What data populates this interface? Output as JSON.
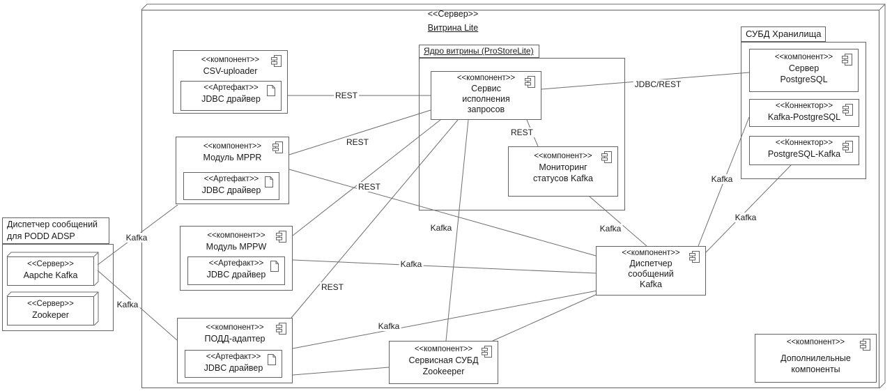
{
  "colors": {
    "line": "#6e6e6e",
    "border": "#636363",
    "text": "#1a1a1a",
    "background": "#ffffff"
  },
  "server_node": {
    "stereotype": "<<Сервер>>",
    "name": "Витрина Lite"
  },
  "packages": {
    "core": {
      "title": "Ядро витрины (ProStoreLite)"
    },
    "left": {
      "title_line1": "Диспетчер сообщений",
      "title_line2": "для PODD ADSP"
    },
    "storage": {
      "title": "СУБД Хранилища"
    }
  },
  "nodes": {
    "apache_kafka": {
      "stereotype": "<<Сервер>>",
      "name": "Aapche Kafka"
    },
    "zookeeper": {
      "stereotype": "<<Сервер>>",
      "name": "Zookeper"
    }
  },
  "components": {
    "csv_uploader": {
      "stereotype": "<<компонент>>",
      "name": "CSV-uploader",
      "artifact": {
        "stereotype": "<<Артефакт>>",
        "name": "JDBC драйвер"
      }
    },
    "mppr": {
      "stereotype": "<<компонент>>",
      "name": "Модуль MPPR",
      "artifact": {
        "stereotype": "<<Артефакт>>",
        "name": "JDBC драйвер"
      }
    },
    "mppw": {
      "stereotype": "<<компонент>>",
      "name": "Модуль MPPW",
      "artifact": {
        "stereotype": "<<Артефакт>>",
        "name": "JDBC драйвер"
      }
    },
    "podd_adapter": {
      "stereotype": "<<компонент>>",
      "name": "ПОДД-адаптер",
      "artifact": {
        "stereotype": "<<Артефакт>>",
        "name": "JDBC драйвер"
      }
    },
    "query_service": {
      "stereotype": "<<компонент>>",
      "line1": "Сервис",
      "line2": "исполнения",
      "line3": "запросов"
    },
    "kafka_monitoring": {
      "stereotype": "<<компонент>>",
      "line1": "Мониторинг",
      "line2": "статусов Kafka"
    },
    "service_db": {
      "stereotype": "<<компонент>>",
      "line1": "Сервисная СУБД",
      "line2": "Zookeeper"
    },
    "kafka_dispatcher": {
      "stereotype": "<<компонент>>",
      "line1": "Диспетчер",
      "line2": "сообщений",
      "line3": "Kafka"
    },
    "postgres_server": {
      "stereotype": "<<компонент>>",
      "line1": "Сервер",
      "line2": "PostgreSQL"
    },
    "kafka_postgres": {
      "stereotype": "<<Коннектор>>",
      "line1": "Kafka-PostgreSQL"
    },
    "postgres_kafka": {
      "stereotype": "<<Коннектор>>",
      "line1": "PostgreSQL-Kafka"
    },
    "additional": {
      "stereotype": "<<компонент>>",
      "line1": "Дополнилельные",
      "line2": "компоненты"
    }
  },
  "connection_labels": [
    {
      "text": "REST"
    },
    {
      "text": "REST"
    },
    {
      "text": "REST"
    },
    {
      "text": "REST"
    },
    {
      "text": "REST"
    },
    {
      "text": "JDBC/REST"
    },
    {
      "text": "Kafka"
    },
    {
      "text": "Kafka"
    },
    {
      "text": "Kafka"
    },
    {
      "text": "Kafka"
    },
    {
      "text": "Kafka"
    },
    {
      "text": "Kafka"
    },
    {
      "text": "Kafka"
    },
    {
      "text": "Kafka"
    }
  ]
}
